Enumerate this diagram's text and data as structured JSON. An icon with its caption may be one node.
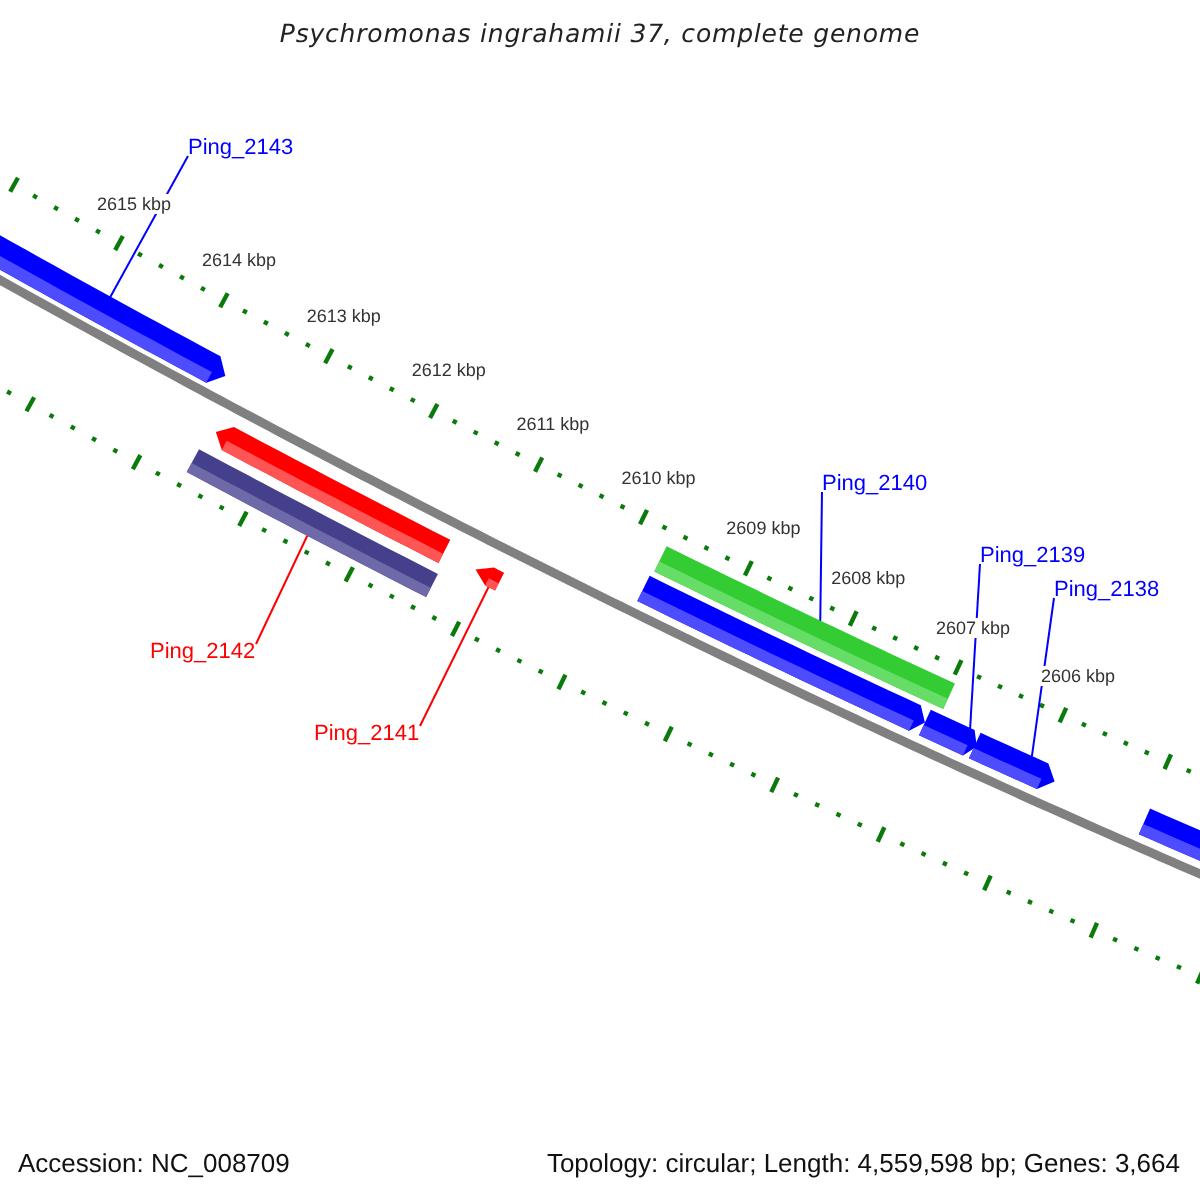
{
  "diagram": {
    "title": "Psychromonas ingrahamii 37, complete genome",
    "nodes": [
      {
        "text": [
          "Ping_2143"
        ]
      },
      {
        "text": [
          "Ping_2140"
        ]
      },
      {
        "text": [
          "Ping_2139"
        ]
      },
      {
        "text": [
          "Ping_2138"
        ]
      },
      {
        "text": [
          "Ping_2142"
        ]
      },
      {
        "text": [
          "Ping_2141"
        ]
      },
      {
        "text": [],
        "shape": "bar"
      },
      {
        "text": [],
        "shape": "bar"
      },
      {
        "text": [],
        "shape": "bar"
      },
      {
        "text": [],
        "shape": "bar"
      },
      {
        "text": [],
        "shape": "bar"
      },
      {
        "text": [],
        "shape": "bar"
      },
      {
        "text": [],
        "shape": "bar"
      },
      {
        "text": [],
        "shape": "bar"
      },
      {
        "text": [],
        "shape": "bar"
      }
    ],
    "edges": [
      {
        "from": 0,
        "to": 6,
        "arrow": "none"
      },
      {
        "from": 1,
        "to": 10,
        "arrow": "none"
      },
      {
        "from": 2,
        "to": 12,
        "arrow": "none"
      },
      {
        "from": 3,
        "to": 13,
        "arrow": "none"
      },
      {
        "from": 4,
        "to": 8,
        "arrow": "none",
        "color": "#ff0000"
      },
      {
        "from": 5,
        "to": 9,
        "arrow": "none",
        "color": "#ff0000"
      }
    ],
    "labels": [
      "2615 kbp",
      "2614 kbp",
      "2613 kbp",
      "2612 kbp",
      "2611 kbp",
      "2610 kbp",
      "2609 kbp",
      "2608 kbp",
      "2607 kbp",
      "2606 kbp",
      "Accession: NC_008709",
      "Topology: circular; Length: 4,559,598 bp; Genes: 3,664"
    ]
  }
}
